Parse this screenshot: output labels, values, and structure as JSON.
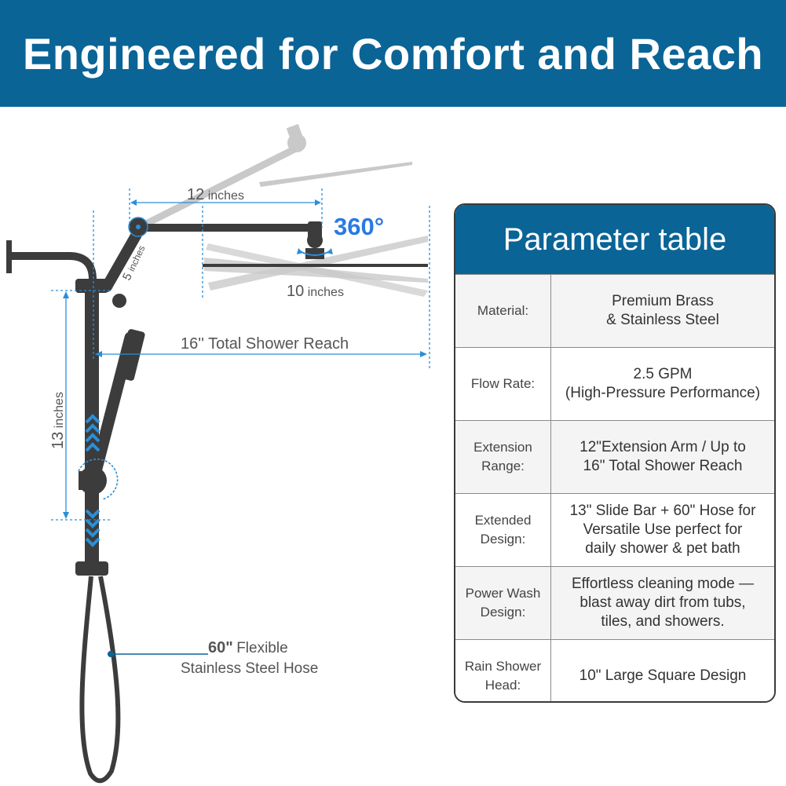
{
  "header": {
    "title": "Engineered for Comfort and Reach"
  },
  "diagram": {
    "arm_length_value": "12",
    "arm_length_unit": "inches",
    "elbow_value": "5",
    "elbow_unit": "inches",
    "head_size_value": "10",
    "head_size_unit": "inches",
    "rotation": "360°",
    "total_reach": "16'' Total Shower Reach",
    "slide_bar_value": "13",
    "slide_bar_unit": "inches",
    "hose_value": "60\"",
    "hose_line1": "Flexible",
    "hose_line2": "Stainless Steel Hose"
  },
  "table": {
    "title": "Parameter table",
    "rows": [
      {
        "label": "Material:",
        "value": "Premium Brass\n& Stainless Steel"
      },
      {
        "label": "Flow Rate:",
        "value": "2.5 GPM\n(High-Pressure Performance)"
      },
      {
        "label": "Extension\nRange:",
        "value": "12\"Extension Arm / Up to\n16\" Total Shower Reach"
      },
      {
        "label": "Extended\nDesign:",
        "value": "13\" Slide Bar + 60\" Hose for\nVersatile Use perfect for\ndaily shower & pet bath"
      },
      {
        "label": "Power Wash\nDesign:",
        "value": "Effortless cleaning mode —\nblast away dirt from tubs,\ntiles, and showers."
      },
      {
        "label": "Rain Shower\nHead:",
        "value": "10\" Large Square Design"
      }
    ]
  },
  "colors": {
    "brand_blue": "#0a6496",
    "dimension_blue": "#2a8fd8",
    "fixture_dark": "#3c3c3c",
    "ghost_gray": "#c8c8c8"
  }
}
